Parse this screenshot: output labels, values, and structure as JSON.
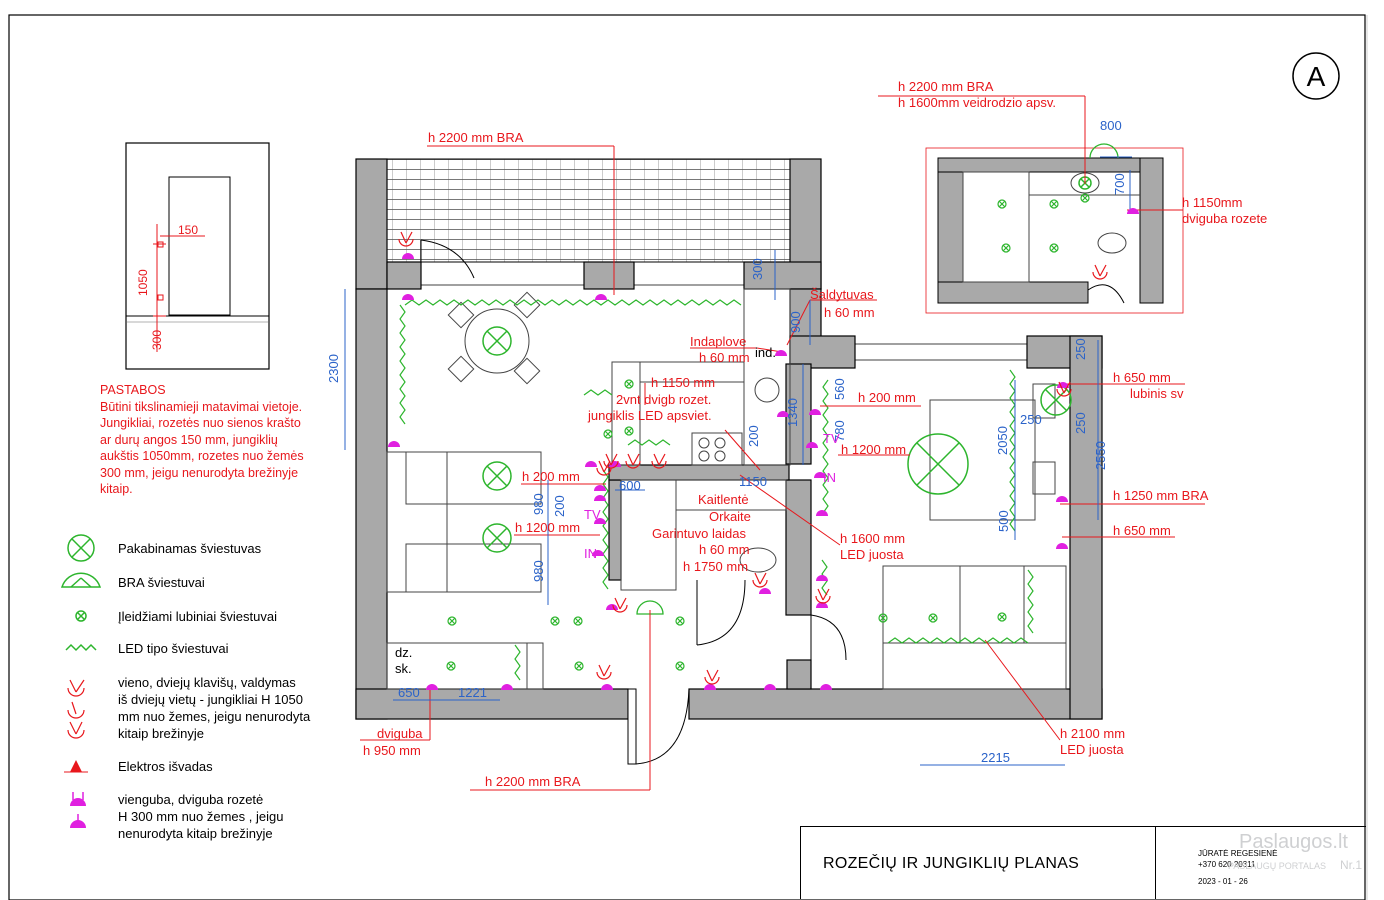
{
  "sheet_marker": "A",
  "title": "ROZEČIŲ  IR JUNGIKLIŲ PLANAS",
  "author": "JŪRATĖ   REGESIENĖ",
  "phone": "+370 620 20311",
  "date": "2023 - 01 - 26",
  "watermark": {
    "main": "Paslaugos.lt",
    "sub": "PASLAUGŲ PORTALAS",
    "num": "Nr.1"
  },
  "notes": {
    "title": "PASTABOS",
    "lines": [
      "Būtini tikslinamieji matavimai vietoje.",
      "Jungikliai, rozetės nuo sienos krašto",
      "ar durų angos 150 mm, jungiklių",
      "aukštis 1050mm, rozetes nuo žemės",
      "300 mm, jeigu nenurodyta brežinyje",
      "kitaip."
    ]
  },
  "detail": {
    "d150": "150",
    "d1050": "1050",
    "d300": "300"
  },
  "legend": [
    {
      "icon": "pendant-lamp-icon",
      "lines": [
        "Pakabinamas šviestuvas"
      ]
    },
    {
      "icon": "wall-lamp-icon",
      "lines": [
        "BRA šviestuvai"
      ]
    },
    {
      "icon": "recessed-light-icon",
      "lines": [
        "Įleidžiami lubiniai šviestuvai"
      ]
    },
    {
      "icon": "led-strip-icon",
      "lines": [
        "LED tipo šviestuvai"
      ]
    },
    {
      "icon": "switch-icon",
      "lines": [
        "vieno,  dviejų klavišų, valdymas",
        "iš dviejų vietų -  jungikliai  H 1050",
        "mm nuo žemes, jeigu nenurodyta",
        "kitaip brežinyje"
      ]
    },
    {
      "icon": "outlet-point-icon",
      "lines": [
        "Elektros išvadas"
      ]
    },
    {
      "icon": "socket-icon",
      "lines": [
        "vienguba, dviguba rozetė",
        "H 300 mm nuo žemes , jeigu",
        "nenurodyta kitaip brežinyje"
      ]
    }
  ],
  "labels_red": {
    "bra_top": "h 2200 mm BRA",
    "bath_bra": "h 2200 mm BRA",
    "bath_mirror": "h 1600mm  veidrodzio apsv.",
    "bath_socket_h": "h 1150mm",
    "bath_socket": "dviguba rozete",
    "fridge": "Šaldytuvas",
    "fridge_h": "h 60 mm",
    "dishwasher": "Indaplove",
    "dishwasher_h": "h 60 mm",
    "kitchen_h": "h 1150 mm",
    "kitchen_sockets": "2vnt  dvigb rozet.",
    "kitchen_led": "jungiklis LED apsviet.",
    "h200a": "h 200 mm",
    "h200b": "h 200 mm",
    "h1200a": "h 1200 mm",
    "h1200b": "h 1200 mm",
    "hob": "Kaitlentė",
    "oven": "Orkaite",
    "hood": "Garintuvo laidas",
    "hood_h1": "h 60 mm",
    "hood_h2": "h 1750 mm",
    "led1600": "h 1600 mm",
    "led1600b": "LED juosta",
    "h650a": "h 650 mm",
    "ceiling": "lubinis sv",
    "bra1250": "h 1250 mm BRA",
    "h650b": "h 650 mm",
    "led2100": "h 2100 mm",
    "led2100b": "LED juosta",
    "dviguba": "dviguba",
    "h950": "h 950 mm",
    "bra_bottom": "h 2200 mm BRA"
  },
  "labels_blue": {
    "d2300": "2300",
    "d300": "300",
    "d900": "900",
    "d1340": "1340",
    "d200a": "200",
    "d560": "560",
    "d780": "780",
    "d2050": "2050",
    "d250a": "250",
    "d250b": "250",
    "d250c": "250",
    "d2550": "2550",
    "d500": "500",
    "d600": "600",
    "d1150": "1150",
    "d980a": "980",
    "d200b": "200",
    "d980b": "980",
    "d650": "650",
    "d1221": "1221",
    "d2215": "2215",
    "d800": "800",
    "d700": "700"
  },
  "labels_black": {
    "ind": "ind.",
    "dz": "dz.",
    "sk": "sk.",
    "tv": "TV",
    "in1": "IN",
    "tv2": "TV",
    "in2": "IN"
  },
  "colors": {
    "wall": "#a9a9a9",
    "red": "#e8171c",
    "blue": "#2b63c9",
    "green": "#2db52d",
    "magenta": "#e020e0"
  }
}
